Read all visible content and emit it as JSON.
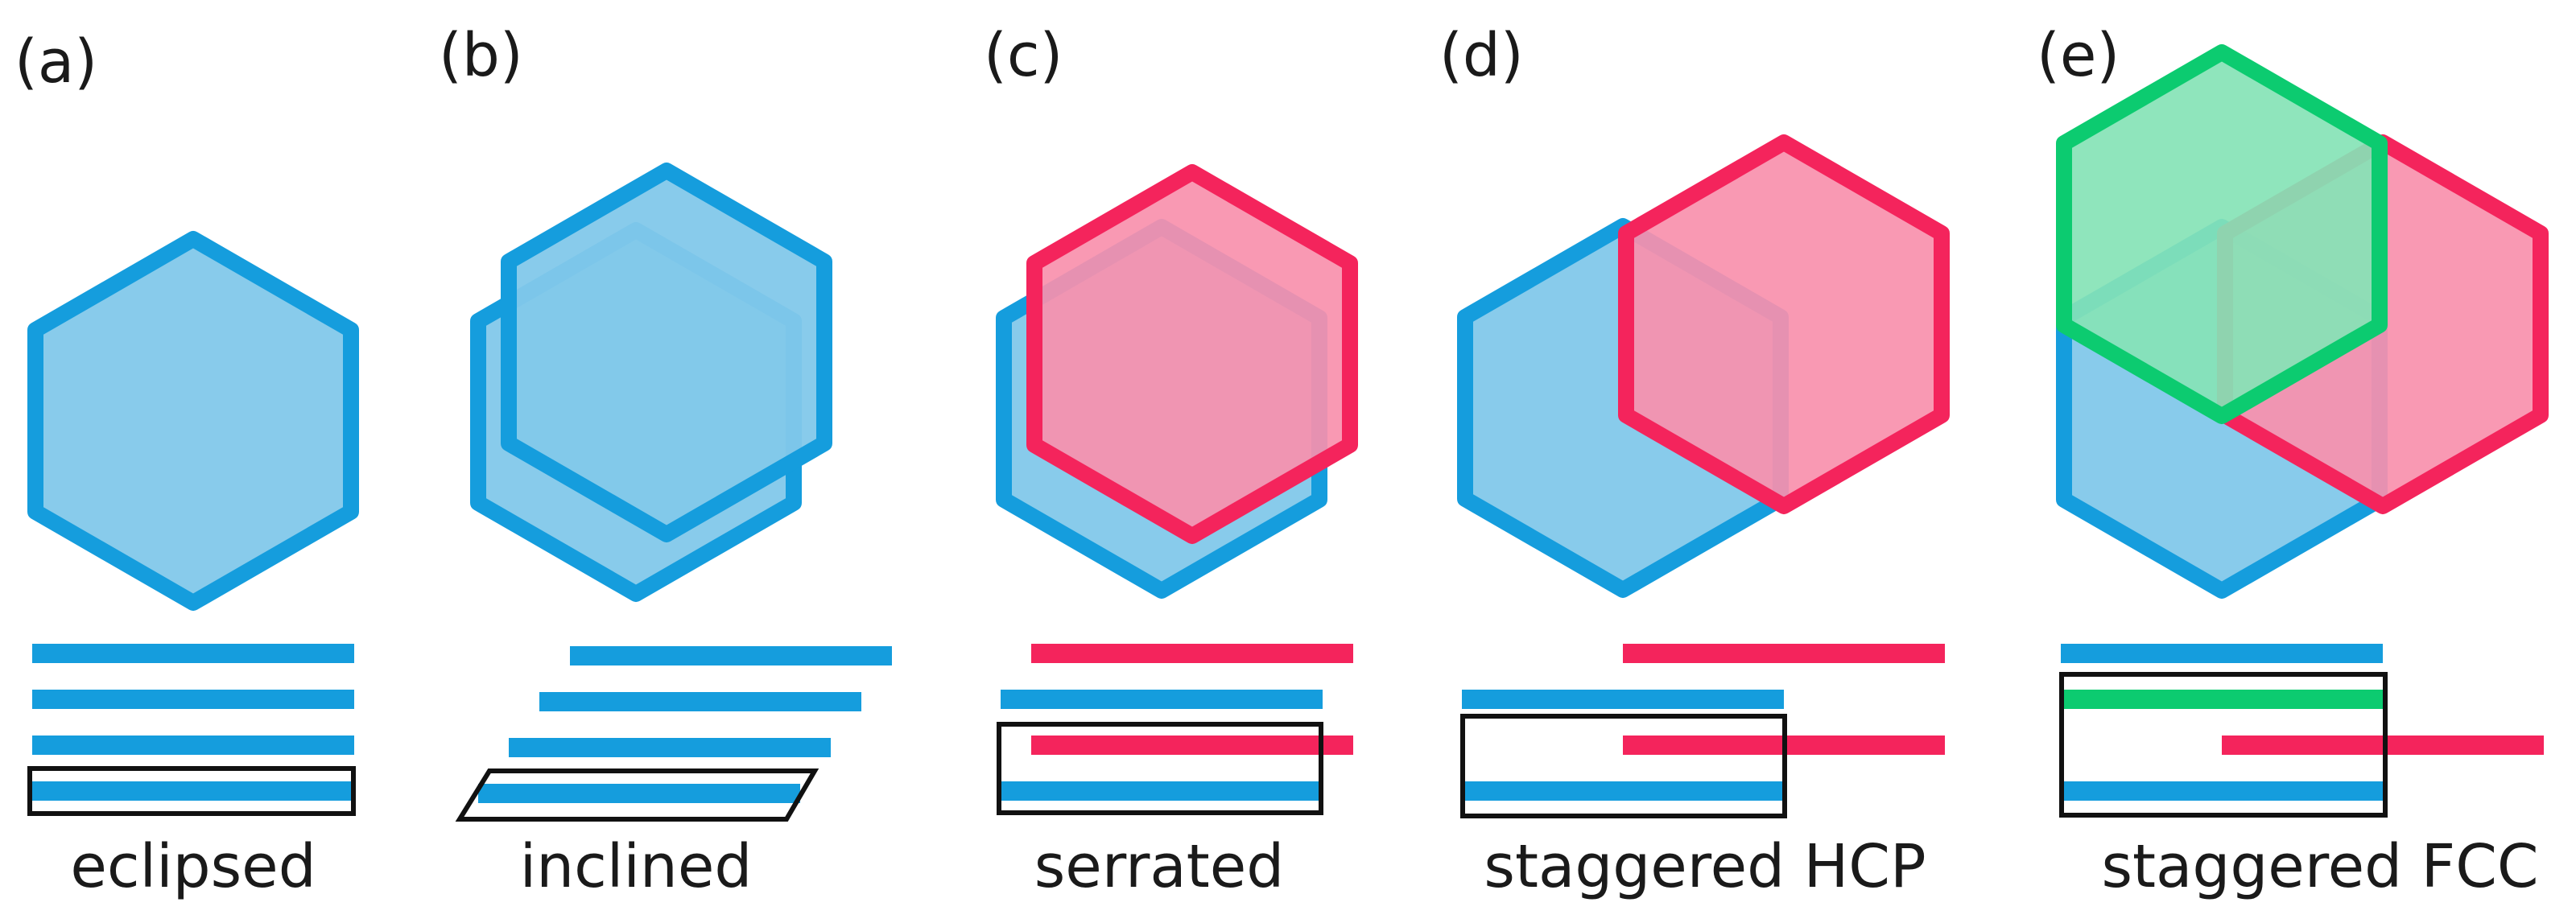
{
  "colors": {
    "blue_stroke": "#159ddd",
    "blue_fill": "#82c8ea",
    "red_stroke": "#f4245c",
    "red_fill": "#f890ad",
    "green_stroke": "#0ccb70",
    "green_fill": "#85e3b6",
    "frame": "#111111",
    "text": "#1a1a1a"
  },
  "panels": [
    {
      "label": "(a)",
      "caption": "eclipsed"
    },
    {
      "label": "(b)",
      "caption": "inclined"
    },
    {
      "label": "(c)",
      "caption": "serrated"
    },
    {
      "label": "(d)",
      "caption": "staggered HCP"
    },
    {
      "label": "(e)",
      "caption": "staggered FCC"
    }
  ]
}
